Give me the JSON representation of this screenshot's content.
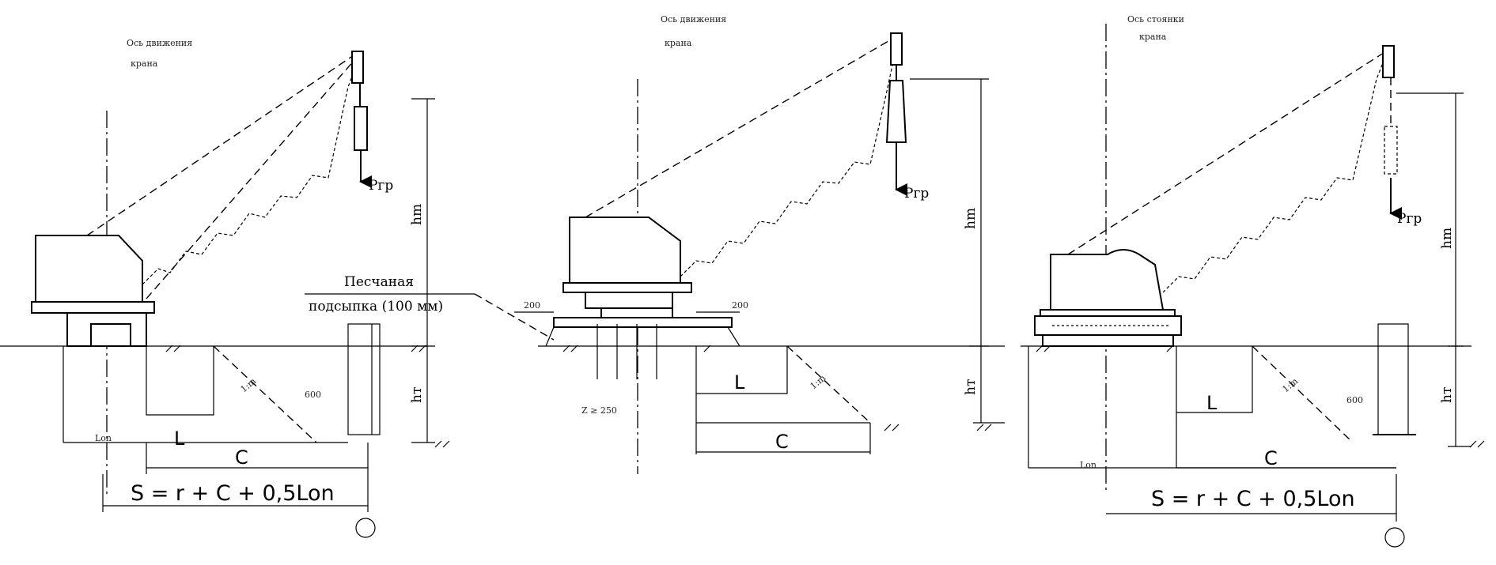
{
  "panels": [
    {
      "axis_label_1": "Ось движения",
      "axis_label_2": "крана",
      "load_label": "Pгр",
      "hm_label": "hm",
      "ht_label": "hт",
      "slope_label": "1:m",
      "dim_600": "600",
      "dim_lon": "Lon",
      "dim_L": "L",
      "dim_C": "C",
      "formula": "S = r + C + 0,5Lon"
    },
    {
      "axis_label_1": "Ось движения",
      "axis_label_2": "крана",
      "load_label": "Pгр",
      "hm_label": "hm",
      "ht_label": "hт",
      "slope_label": "1:m",
      "sand_label_1": "Песчаная",
      "sand_label_2": "подсыпка (100 мм)",
      "dim_200_left": "200",
      "dim_200_right": "200",
      "dim_z": "Z ≥ 250",
      "dim_L": "L",
      "dim_C": "C"
    },
    {
      "axis_label_1": "Ось стоянки",
      "axis_label_2": "крана",
      "load_label": "Pгр",
      "hm_label": "hm",
      "ht_label": "hт",
      "slope_label": "1:m",
      "dim_600": "600",
      "dim_lon": "Lon",
      "dim_L": "L",
      "dim_C": "C",
      "formula": "S = r + C + 0,5Lon"
    }
  ]
}
